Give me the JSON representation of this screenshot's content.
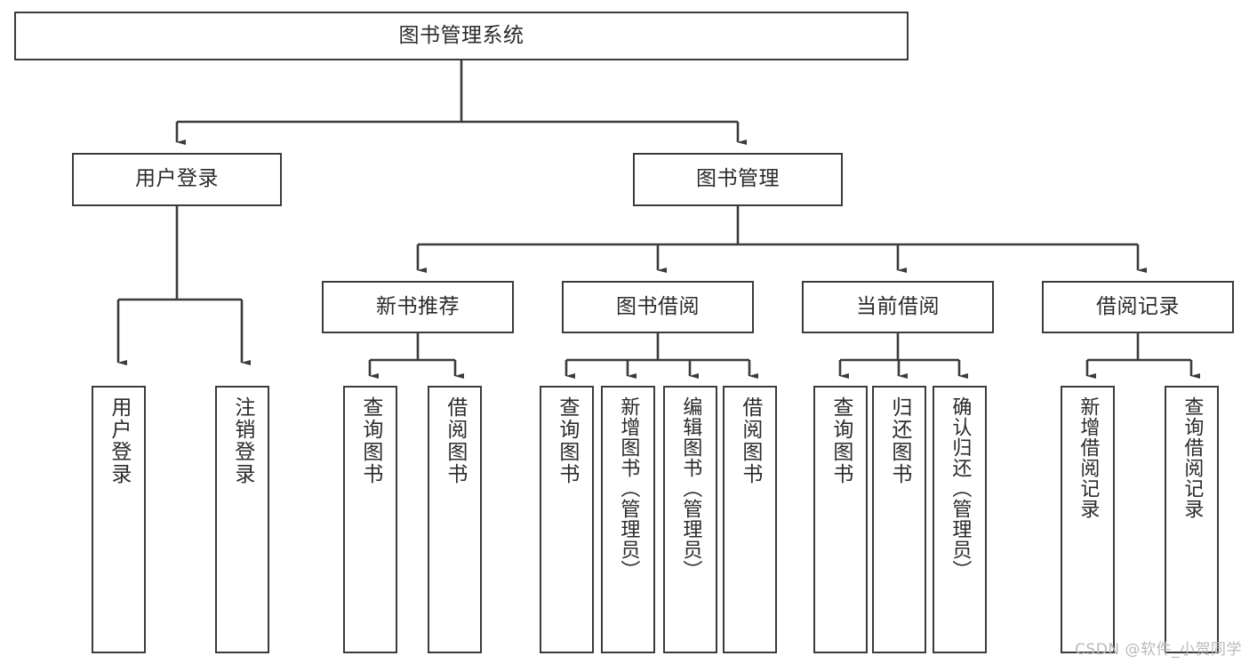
{
  "diagram": {
    "type": "hierarchy-tree",
    "title_node": "图书管理系统",
    "watermark": "CSDN @软件_小贺同学",
    "colors": {
      "stroke": "#3b3b3b",
      "text": "#2b2b2b",
      "background": "#ffffff",
      "watermark": "#b9b9b9"
    },
    "levels": {
      "level1": [
        "图书管理系统"
      ],
      "level2": [
        "用户登录",
        "图书管理"
      ],
      "level3": [
        "新书推荐",
        "图书借阅",
        "当前借阅",
        "借阅记录"
      ],
      "level4": [
        "用户登录",
        "注销登录",
        "查询图书",
        "借阅图书",
        "查询图书",
        "新增图书（管理员）",
        "编辑图书（管理员）",
        "借阅图书",
        "查询图书",
        "归还图书",
        "确认归还（管理员）",
        "新增借阅记录",
        "查询借阅记录"
      ]
    },
    "nodes": {
      "root": {
        "label": "图书管理系统"
      },
      "user_login": {
        "label": "用户登录"
      },
      "book_manage": {
        "label": "图书管理"
      },
      "new_book_rec": {
        "label": "新书推荐"
      },
      "book_borrow": {
        "label": "图书借阅"
      },
      "current_borrow": {
        "label": "当前借阅"
      },
      "borrow_record": {
        "label": "借阅记录"
      },
      "leaf_user_login": {
        "label": "用户登录"
      },
      "leaf_logout": {
        "label": "注销登录"
      },
      "leaf_query_book_a": {
        "label": "查询图书"
      },
      "leaf_borrow_book_a": {
        "label": "借阅图书"
      },
      "leaf_query_book_b": {
        "label": "查询图书"
      },
      "leaf_add_book": {
        "label": "新增图书（管理员）"
      },
      "leaf_edit_book": {
        "label": "编辑图书（管理员）"
      },
      "leaf_borrow_book_b": {
        "label": "借阅图书"
      },
      "leaf_query_book_c": {
        "label": "查询图书"
      },
      "leaf_return_book": {
        "label": "归还图书"
      },
      "leaf_confirm_return": {
        "label": "确认归还（管理员）"
      },
      "leaf_add_record": {
        "label": "新增借阅记录"
      },
      "leaf_query_record": {
        "label": "查询借阅记录"
      }
    },
    "edges": [
      {
        "from": "图书管理系统",
        "to": "用户登录"
      },
      {
        "from": "图书管理系统",
        "to": "图书管理"
      },
      {
        "from": "用户登录",
        "to": "用户登录"
      },
      {
        "from": "用户登录",
        "to": "注销登录"
      },
      {
        "from": "图书管理",
        "to": "新书推荐"
      },
      {
        "from": "图书管理",
        "to": "图书借阅"
      },
      {
        "from": "图书管理",
        "to": "当前借阅"
      },
      {
        "from": "图书管理",
        "to": "借阅记录"
      },
      {
        "from": "新书推荐",
        "to": "查询图书"
      },
      {
        "from": "新书推荐",
        "to": "借阅图书"
      },
      {
        "from": "图书借阅",
        "to": "查询图书"
      },
      {
        "from": "图书借阅",
        "to": "新增图书（管理员）"
      },
      {
        "from": "图书借阅",
        "to": "编辑图书（管理员）"
      },
      {
        "from": "图书借阅",
        "to": "借阅图书"
      },
      {
        "from": "当前借阅",
        "to": "查询图书"
      },
      {
        "from": "当前借阅",
        "to": "归还图书"
      },
      {
        "from": "当前借阅",
        "to": "确认归还（管理员）"
      },
      {
        "from": "借阅记录",
        "to": "新增借阅记录"
      },
      {
        "from": "借阅记录",
        "to": "查询借阅记录"
      }
    ]
  }
}
